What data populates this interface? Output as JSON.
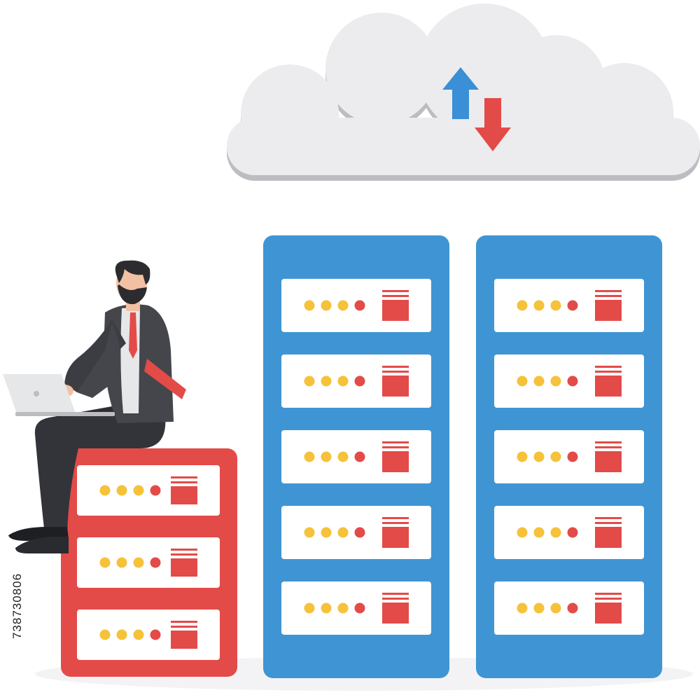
{
  "stock_id": "738730806",
  "colors": {
    "cloud": "#ececee",
    "cloud_shadow": "#bcbdc0",
    "rack_blue": "#3f95d4",
    "rack_red": "#e34b48",
    "unit_panel": "#ffffff",
    "led_yellow": "#f5c23a",
    "led_red": "#e34b48",
    "arrow_up": "#3a8fd6",
    "arrow_down": "#e34b48",
    "suit": "#44464c",
    "tie": "#e34b48",
    "hair": "#2c2c30",
    "skin": "#f2c1a3",
    "laptop": "#e6e7e9",
    "ground": "#f3f3f5"
  },
  "icons": [
    "cloud-icon",
    "upload-arrow-icon",
    "download-arrow-icon",
    "server-rack-icon",
    "laptop-icon",
    "businessman-figure"
  ],
  "racks": [
    {
      "name": "server-rack-red",
      "units": 3
    },
    {
      "name": "server-rack-blue-left",
      "units": 5
    },
    {
      "name": "server-rack-blue-right",
      "units": 5
    }
  ]
}
